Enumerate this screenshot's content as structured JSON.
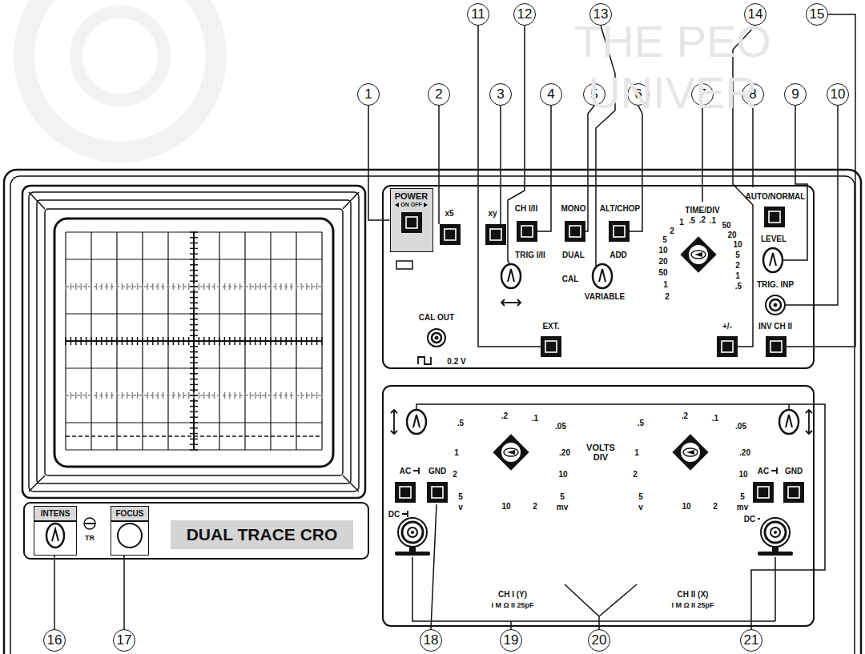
{
  "diagram": {
    "nodes": [
      {
        "text": [
          "1"
        ]
      },
      {
        "text": [
          "2"
        ]
      },
      {
        "text": [
          "3"
        ]
      },
      {
        "text": [
          "4"
        ]
      },
      {
        "text": [
          "5"
        ]
      },
      {
        "text": [
          "6"
        ]
      },
      {
        "text": [
          "7"
        ]
      },
      {
        "text": [
          "8"
        ]
      },
      {
        "text": [
          "9"
        ]
      },
      {
        "text": [
          "10"
        ]
      },
      {
        "text": [
          "11"
        ]
      },
      {
        "text": [
          "12"
        ]
      },
      {
        "text": [
          "13"
        ]
      },
      {
        "text": [
          "14"
        ]
      },
      {
        "text": [
          "15"
        ]
      },
      {
        "text": [
          "16"
        ]
      },
      {
        "text": [
          "17"
        ]
      },
      {
        "text": [
          "18"
        ]
      },
      {
        "text": [
          "19"
        ]
      },
      {
        "text": [
          "20"
        ]
      },
      {
        "text": [
          "21"
        ]
      },
      {
        "text": [
          "POWER",
          "ON OFF"
        ]
      },
      {
        "text": [
          "INTENS"
        ]
      },
      {
        "text": [
          "FOCUS"
        ]
      },
      {
        "text": [
          "DUAL TRACE CRO"
        ]
      }
    ],
    "edges": [
      {
        "from": 0,
        "to": 21,
        "arrow": "none"
      },
      {
        "from": 15,
        "to": 22,
        "arrow": "none"
      },
      {
        "from": 16,
        "to": 23,
        "arrow": "none"
      }
    ],
    "labels": [
      "THE PEO",
      "UNIVER",
      "x5",
      "xy",
      "CH I/II",
      "TRIG I/II",
      "MONO",
      "DUAL",
      "ALT/CHOP",
      "ADD",
      "CAL",
      "VARIABLE",
      "TIME/DIV",
      "1",
      "2",
      ".5",
      ".2",
      ".1",
      "50",
      "20",
      "10",
      "5",
      "2",
      "1",
      ".5",
      "5",
      "10",
      "20",
      "50",
      "1",
      "2",
      "AUTO/NORMAL",
      "LEVEL",
      "TRIG. INP",
      "INV CH II",
      "+/-",
      "EXT.",
      "CAL OUT",
      "0.2 V",
      "TR",
      "AC",
      "GND",
      "DC",
      ".5",
      ".2",
      ".1",
      ".05",
      "1",
      ".20",
      "2",
      "10",
      "5",
      "v",
      "10",
      "2",
      "5",
      "mv",
      "CH I (Y)",
      "I M Ω II 25pF",
      "VOLTS DIV",
      "AC",
      "GND",
      "DC",
      ".5",
      ".2",
      ".1",
      ".05",
      "1",
      ".20",
      "2",
      "10",
      "5",
      "v",
      "10",
      "2",
      "5",
      "mv",
      "CH II (X)",
      "I M Ω II 25pF"
    ]
  }
}
